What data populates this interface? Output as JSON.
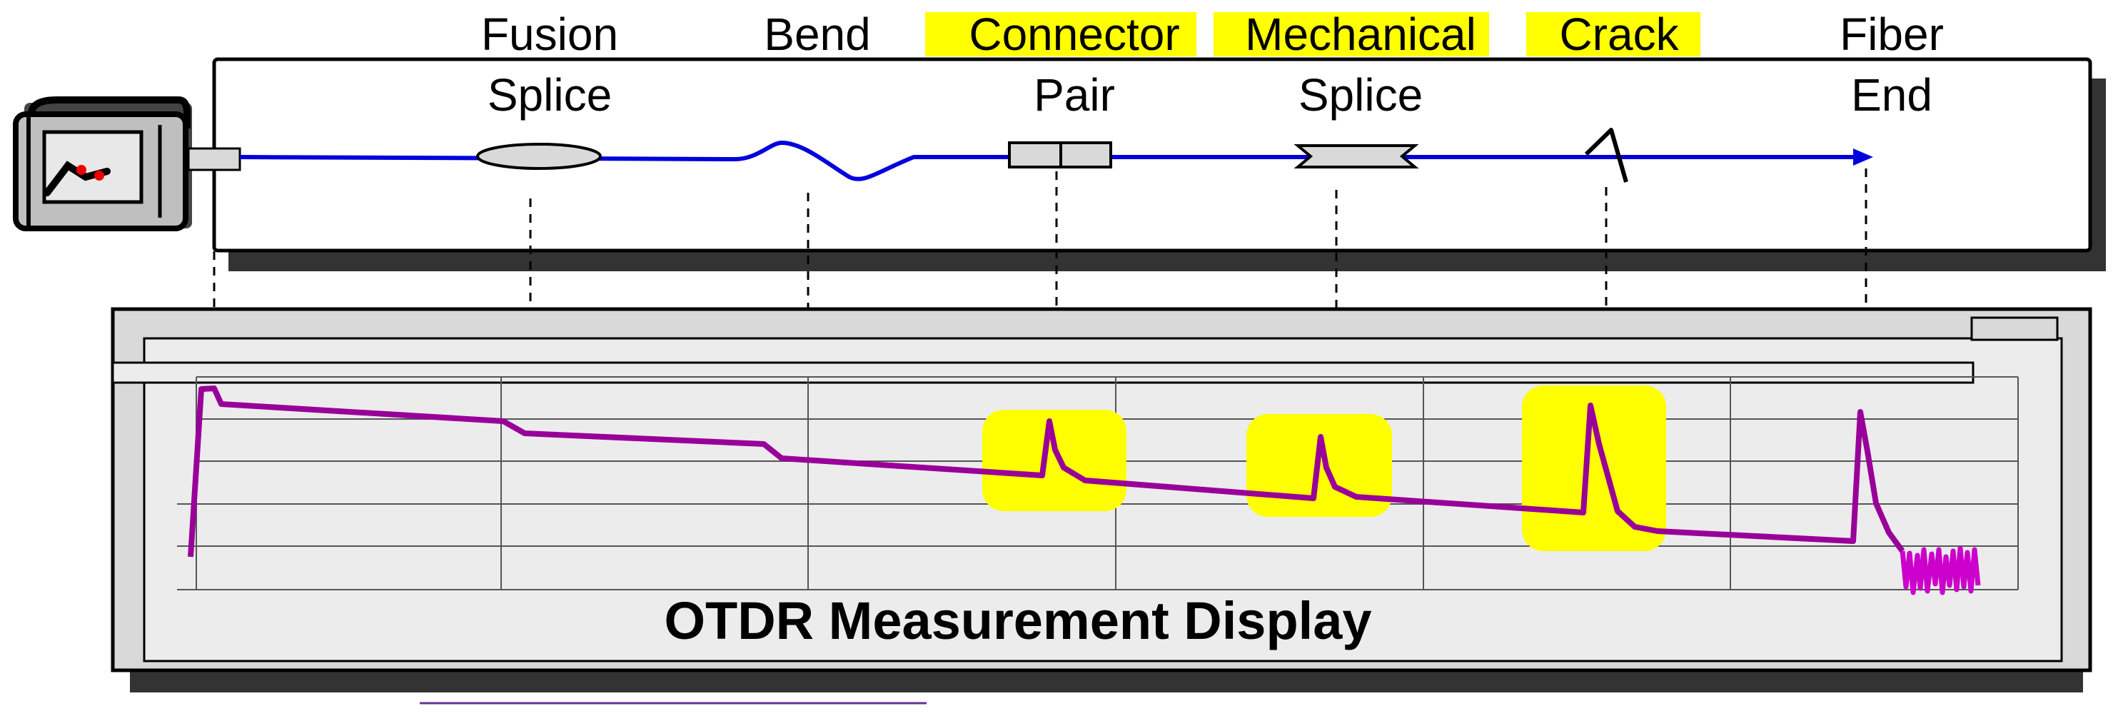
{
  "events": [
    {
      "id": "fusion-splice",
      "label_line1": "Fusion",
      "label_line2": "Splice",
      "highlighted": false
    },
    {
      "id": "bend",
      "label_line1": "Bend",
      "label_line2": "",
      "highlighted": false
    },
    {
      "id": "connector-pair",
      "label_line1": "Connector",
      "label_line2": "Pair",
      "highlighted": true
    },
    {
      "id": "mechanical-splice",
      "label_line1": "Mechanical",
      "label_line2": "Splice",
      "highlighted": true
    },
    {
      "id": "crack",
      "label_line1": "Crack",
      "label_line2": "",
      "highlighted": true
    },
    {
      "id": "fiber-end",
      "label_line1": "Fiber",
      "label_line2": "End",
      "highlighted": false
    }
  ],
  "display": {
    "title": "OTDR Measurement Display"
  },
  "colors": {
    "fiber_line": "#0000dd",
    "trace": "#990099",
    "noise": "#cc00cc",
    "highlight": "#ffff00",
    "instrument_face": "#d9d9d9",
    "shadow": "#333333"
  }
}
